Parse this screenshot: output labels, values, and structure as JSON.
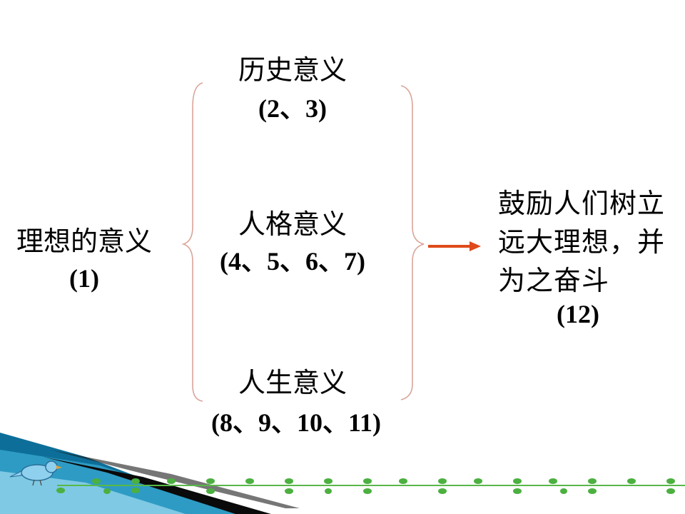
{
  "left": {
    "title": "理想的意义",
    "number": "(1)"
  },
  "branches": [
    {
      "title": "历史意义",
      "numbers": "(2、3)"
    },
    {
      "title": "人格意义",
      "numbers": "(4、5、6、7)"
    },
    {
      "title": "人生意义",
      "numbers": "(8、9、10、11)"
    }
  ],
  "conclusion": {
    "text": "鼓励人们树立远大理想，并为之奋斗",
    "number": "(12)"
  },
  "colors": {
    "brace": "#d9a59a",
    "arrow": "#e04a1a",
    "text": "#000000"
  }
}
